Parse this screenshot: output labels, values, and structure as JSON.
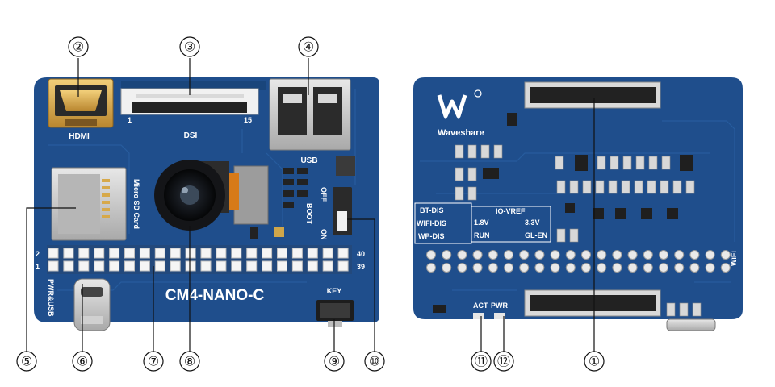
{
  "front_board": {
    "labels": {
      "hdmi": "HDMI",
      "dsi": "DSI",
      "dsi_pin_1": "1",
      "dsi_pin_15": "15",
      "usb": "USB",
      "micro_sd": "Micro SD Card",
      "off": "OFF",
      "boot": "BOOT",
      "on": "ON",
      "pwr_usb": "PWR&USB",
      "board_name": "CM4-NANO-C",
      "key": "KEY",
      "pin_2": "2",
      "pin_1": "1",
      "pin_40": "40",
      "pin_39": "39"
    }
  },
  "back_board": {
    "labels": {
      "brand": "Waveshare",
      "bt_dis": "BT-DIS",
      "wifi_dis": "WIFI-DIS",
      "wp_dis": "WP-DIS",
      "io_vref": "IO-VREF",
      "v18": "1.8V",
      "v33": "3.3V",
      "run": "RUN",
      "gl_en": "GL-EN",
      "act": "ACT",
      "pwr": "PWR",
      "wifi": "WiFi"
    }
  },
  "callouts": [
    {
      "number": "①",
      "part": "CM4 board-to-board connector"
    },
    {
      "number": "②",
      "part": "HDMI port"
    },
    {
      "number": "③",
      "part": "DSI connector"
    },
    {
      "number": "④",
      "part": "USB port"
    },
    {
      "number": "⑤",
      "part": "Micro SD card slot"
    },
    {
      "number": "⑥",
      "part": "USB-C power port"
    },
    {
      "number": "⑦",
      "part": "40PIN GPIO header"
    },
    {
      "number": "⑧",
      "part": "Camera"
    },
    {
      "number": "⑨",
      "part": "KEY button"
    },
    {
      "number": "⑩",
      "part": "BOOT switch"
    },
    {
      "number": "⑪",
      "part": "ACT LED"
    },
    {
      "number": "⑫",
      "part": "PWR LED"
    }
  ],
  "colors": {
    "pcb": "#1f4e8c",
    "pcb_dark": "#173f73",
    "gold": "#d7a94a",
    "metal": "#c9c9c9",
    "connector": "#222222"
  }
}
